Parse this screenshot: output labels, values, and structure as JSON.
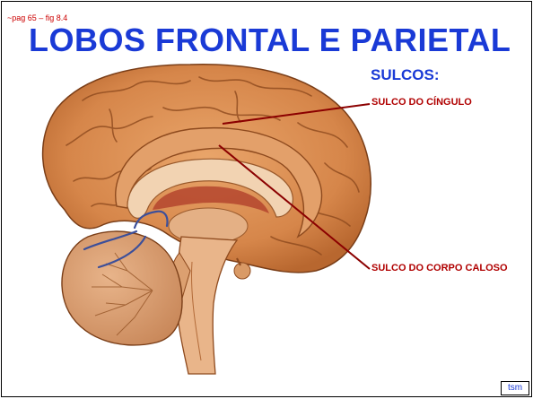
{
  "slide": {
    "page_ref": "~pag 65 – fig 8.4",
    "title": "LOBOS FRONTAL E PARIETAL",
    "sulcos_heading": "SULCOS:",
    "labels": {
      "cingulo": "SULCO DO CÍNGULO",
      "caloso": "SULCO DO CORPO CALOSO"
    },
    "author_tag": "tsm"
  },
  "image": {
    "subject": "brain-midsagittal-section-illustration"
  },
  "colors": {
    "title": "#1a3ad6",
    "labels": "#b00000",
    "pointer_lines": "#8b0000",
    "brain_base": "#d98a4a"
  }
}
